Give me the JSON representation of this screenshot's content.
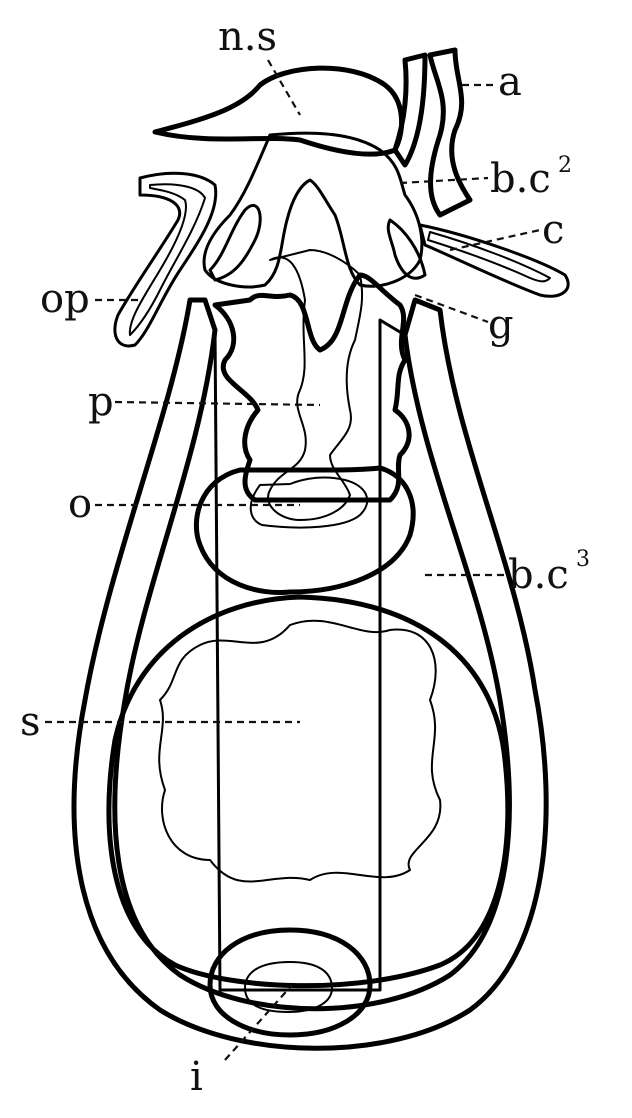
{
  "labels": {
    "ns": "n.s",
    "a": "a",
    "bc2": "b.c",
    "bc2_sup": "2",
    "c": "c",
    "op": "op",
    "g": "g",
    "p": "p",
    "o": "o",
    "bc3": "b.c",
    "bc3_sup": "3",
    "s": "s",
    "i": "i"
  }
}
